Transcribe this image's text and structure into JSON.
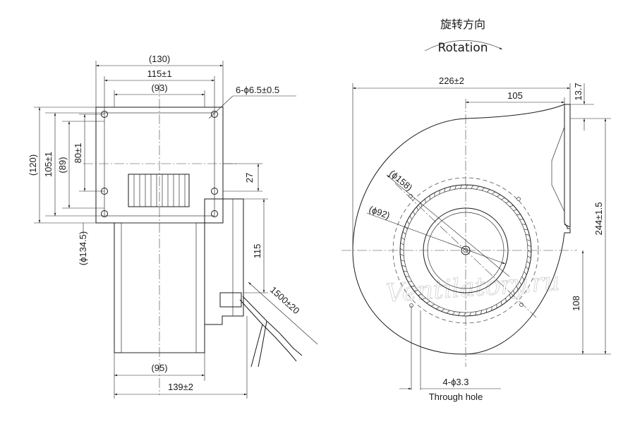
{
  "rotation": {
    "cn": "旋转方向",
    "en": "Rotation"
  },
  "watermark": "Ventilatory.ru",
  "side_view": {
    "dim_130": "(130)",
    "dim_115": "115±1",
    "dim_93": "(93)",
    "dim_holes": "6-ϕ6.5±0.5",
    "dim_120": "(120)",
    "dim_105": "105±1",
    "dim_89": "(89)",
    "dim_80": "80±1",
    "dim_27": "27",
    "dim_115v": "115",
    "dim_1345": "(ϕ134.5)",
    "dim_1500": "1500±20",
    "dim_95": "(95)",
    "dim_139": "139±2"
  },
  "front_view": {
    "dim_226": "226±2",
    "dim_105": "105",
    "dim_137": "13.7",
    "dim_244": "244±1.5",
    "dim_108": "108",
    "dim_158": "(ϕ158)",
    "dim_92": "(ϕ92)",
    "hole_count": "4-ϕ3.3",
    "through_hole": "Through hole"
  }
}
